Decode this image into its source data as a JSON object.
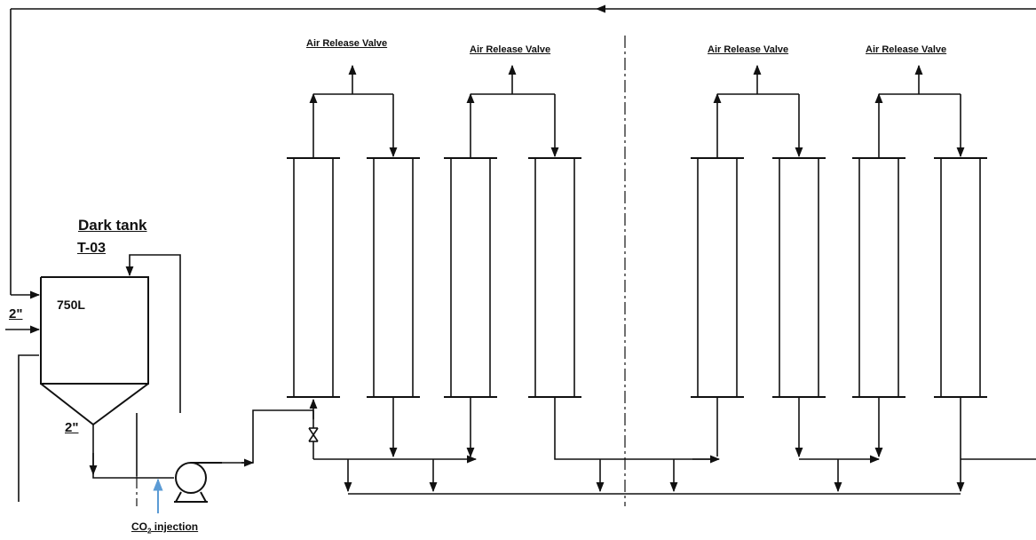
{
  "tank": {
    "title": "Dark tank",
    "tag": "T-03",
    "volume": "750L"
  },
  "pipe_sizes": {
    "inlet": "2\"",
    "outlet": "2\""
  },
  "valves": [
    {
      "label": "Air Release Valve"
    },
    {
      "label": "Air Release Valve"
    },
    {
      "label": "Air Release Valve"
    },
    {
      "label": "Air Release Valve"
    }
  ],
  "co2": {
    "prefix": "CO",
    "subscript": "2",
    "suffix": " injection",
    "arrow_color": "#5b9bd5"
  },
  "reactor_columns": 8
}
